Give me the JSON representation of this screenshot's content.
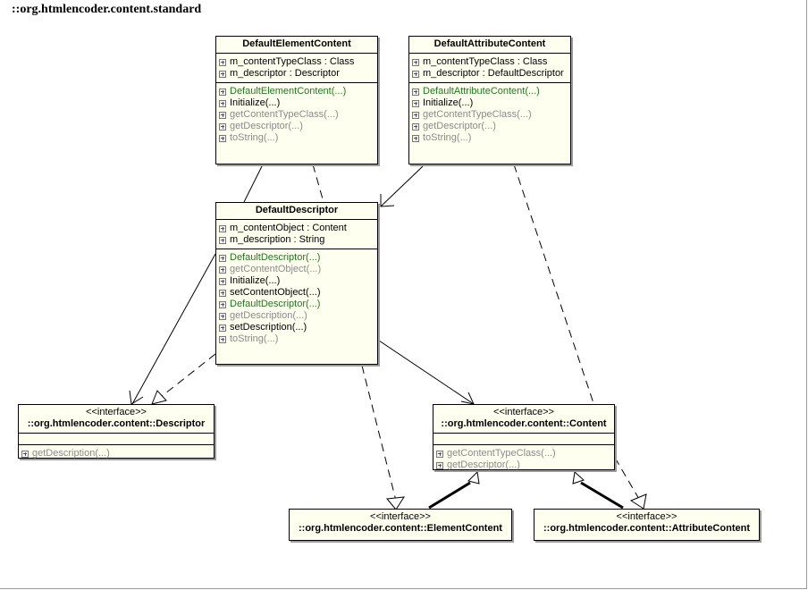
{
  "title": "::org.htmlencoder.content.standard",
  "classes": {
    "default_element_content": {
      "name": "DefaultElementContent",
      "attributes": [
        "m_contentTypeClass : Class",
        "m_descriptor : Descriptor"
      ],
      "operations": [
        "DefaultElementContent(...)",
        "Initialize(...)",
        "getContentTypeClass(...)",
        "getDescriptor(...)",
        "toString(...)"
      ]
    },
    "default_attribute_content": {
      "name": "DefaultAttributeContent",
      "attributes": [
        "m_contentTypeClass : Class",
        "m_descriptor : DefaultDescriptor"
      ],
      "operations": [
        "DefaultAttributeContent(...)",
        "Initialize(...)",
        "getContentTypeClass(...)",
        "getDescriptor(...)",
        "toString(...)"
      ]
    },
    "default_descriptor": {
      "name": "DefaultDescriptor",
      "attributes": [
        "m_contentObject : Content",
        "m_description : String"
      ],
      "operations": [
        "DefaultDescriptor(...)",
        "getContentObject(...)",
        "Initialize(...)",
        "setContentObject(...)",
        "DefaultDescriptor(...)",
        "getDescription(...)",
        "setDescription(...)",
        "toString(...)"
      ]
    },
    "descriptor_interface": {
      "stereotype": "<<interface>>",
      "name": "::org.htmlencoder.content::Descriptor",
      "operations": [
        "getDescription(...)"
      ]
    },
    "content_interface": {
      "stereotype": "<<interface>>",
      "name": "::org.htmlencoder.content::Content",
      "operations": [
        "getContentTypeClass(...)",
        "getDescriptor(...)"
      ]
    },
    "element_content_interface": {
      "stereotype": "<<interface>>",
      "name": "::org.htmlencoder.content::ElementContent"
    },
    "attribute_content_interface": {
      "stereotype": "<<interface>>",
      "name": "::org.htmlencoder.content::AttributeContent"
    }
  },
  "colors": {
    "operation_constructor": "#1a7a1a",
    "operation_public": "#000000",
    "operation_inherited": "#8a8a8a",
    "class_fill": "#fffff0"
  }
}
